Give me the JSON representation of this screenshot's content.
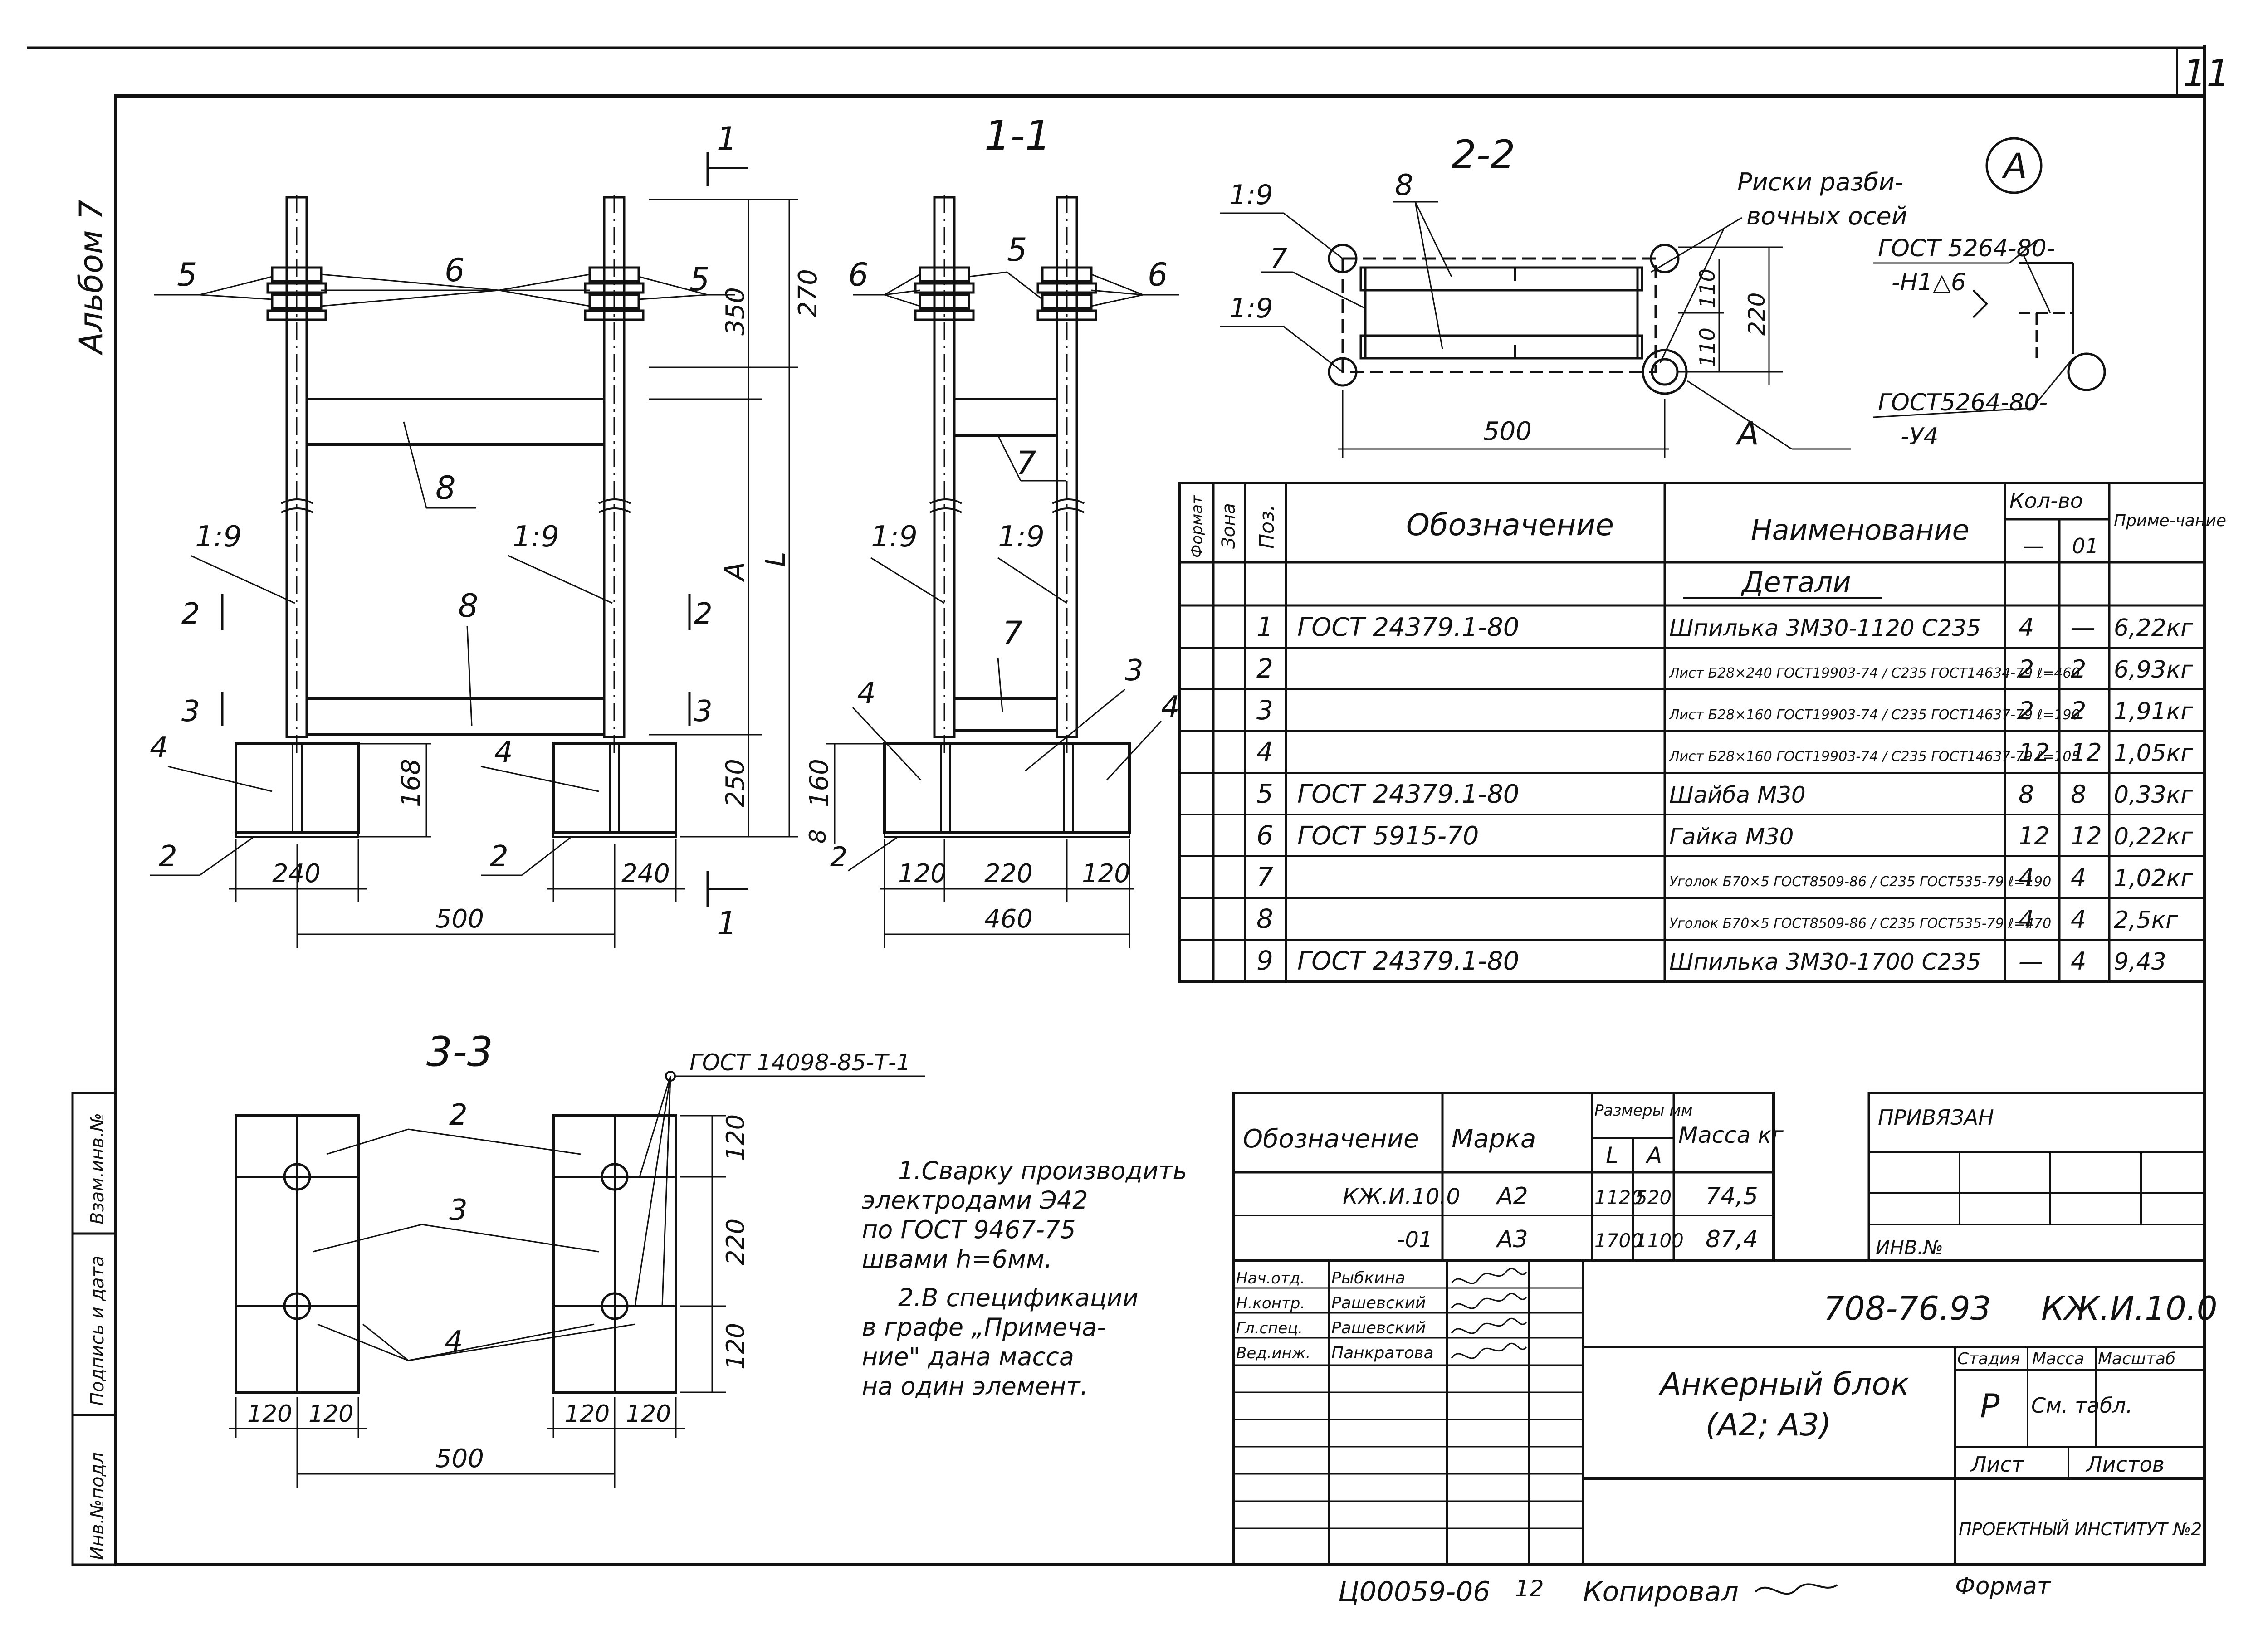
{
  "sheet": {
    "page_number": "11",
    "album": "Альбом 7",
    "code": "708-76.93",
    "drawing_code": "КЖ.И.10.0",
    "title_line1": "Анкерный блок",
    "title_line2": "(А2; А3)",
    "institute": "ПРОЕКТНЫЙ ИНСТИТУТ №2",
    "stamp_bottom": "Ц00059-06",
    "stamp_page": "12",
    "copied_label": "Копировал",
    "format_label": "Формат",
    "privyazan_label": "ПРИВЯЗАН",
    "inv_no_label": "ИНВ.№",
    "side_labels": [
      "Инв.№подл",
      "Подпись и дата",
      "Взам.инв.№"
    ]
  },
  "views": {
    "view_1_1": "1-1",
    "view_2_2": "2-2",
    "view_3_3": "3-3",
    "detail_a": "А",
    "section_mark_1": "1",
    "section_mark_2": "2",
    "section_mark_3": "3"
  },
  "labels": {
    "risk_line1": "Риски разби-",
    "risk_line2": "вочных осей",
    "gost_weld_top": "ГОСТ 5264-80-",
    "gost_weld_top2": "-Н1△6",
    "gost_weld_bot": "ГОСТ5264-80-",
    "gost_weld_bot2": "-У4",
    "gost_14098": "ГОСТ 14098-85-Т-1",
    "slope": "1:9",
    "dim_L": "L",
    "dim_A": "А"
  },
  "dims": {
    "d350": "350",
    "d270": "270",
    "d250": "250",
    "d168": "168",
    "d160": "160",
    "d8": "8",
    "d240": "240",
    "d500": "500",
    "d120": "120",
    "d220": "220",
    "d460": "460",
    "d110": "110"
  },
  "positions": {
    "p1": "1",
    "p2": "2",
    "p3": "3",
    "p4": "4",
    "p5": "5",
    "p6": "6",
    "p7": "7",
    "p8": "8"
  },
  "notes": {
    "n1_l1": "1.Сварку производить",
    "n1_l2": "электродами Э42",
    "n1_l3": "по ГОСТ 9467-75",
    "n1_l4": "швами h=6мм.",
    "n2_l1": "2.В спецификации",
    "n2_l2": "в графе „Примеча-",
    "n2_l3": "ние\" дана масса",
    "n2_l4": "на один элемент."
  },
  "spec": {
    "headers": {
      "format": "Формат",
      "zone": "Зона",
      "pos": "Поз.",
      "designation": "Обозначение",
      "name": "Наименование",
      "qty": "Кол-во",
      "qty_a": "—",
      "qty_b": "01",
      "note": "Приме-чание"
    },
    "section_title": "Детали",
    "rows": [
      {
        "pos": "1",
        "designation": "ГОСТ 24379.1-80",
        "name": "Шпилька 3М30-1120 С235",
        "q1": "4",
        "q2": "—",
        "note": "6,22кг"
      },
      {
        "pos": "2",
        "designation": "",
        "name": "Лист Б28×240 ГОСТ19903-74 / С235 ГОСТ14634-79 ℓ=460",
        "q1": "2",
        "q2": "2",
        "note": "6,93кг"
      },
      {
        "pos": "3",
        "designation": "",
        "name": "Лист Б28×160 ГОСТ19903-74 / С235 ГОСТ14637-79 ℓ=190",
        "q1": "2",
        "q2": "2",
        "note": "1,91кг"
      },
      {
        "pos": "4",
        "designation": "",
        "name": "Лист Б28×160 ГОСТ19903-74 / С235 ГОСТ14637-79 ℓ=105",
        "q1": "12",
        "q2": "12",
        "note": "1,05кг"
      },
      {
        "pos": "5",
        "designation": "ГОСТ 24379.1-80",
        "name": "Шайба М30",
        "q1": "8",
        "q2": "8",
        "note": "0,33кг"
      },
      {
        "pos": "6",
        "designation": "ГОСТ 5915-70",
        "name": "Гайка М30",
        "q1": "12",
        "q2": "12",
        "note": "0,22кг"
      },
      {
        "pos": "7",
        "designation": "",
        "name": "Уголок Б70×5 ГОСТ8509-86 / С235 ГОСТ535-79 ℓ=190",
        "q1": "4",
        "q2": "4",
        "note": "1,02кг"
      },
      {
        "pos": "8",
        "designation": "",
        "name": "Уголок Б70×5 ГОСТ8509-86 / С235 ГОСТ535-79 ℓ=470",
        "q1": "4",
        "q2": "4",
        "note": "2,5кг"
      },
      {
        "pos": "9",
        "designation": "ГОСТ 24379.1-80",
        "name": "Шпилька 3М30-1700 С235",
        "q1": "—",
        "q2": "4",
        "note": "9,43"
      }
    ]
  },
  "variants": {
    "headers": {
      "designation": "Обозначение",
      "mark": "Марка",
      "sizes": "Размеры мм",
      "L": "L",
      "A": "А",
      "mass": "Масса кг"
    },
    "rows": [
      {
        "designation": "КЖ.И.10.0",
        "mark": "А2",
        "L": "1120",
        "A": "520",
        "mass": "74,5"
      },
      {
        "designation": "-01",
        "mark": "А3",
        "L": "1700",
        "A": "1100",
        "mass": "87,4"
      }
    ]
  },
  "title_block": {
    "people": [
      {
        "role": "Нач.отд.",
        "name": "Рыбкина"
      },
      {
        "role": "Н.контр.",
        "name": "Рашевский"
      },
      {
        "role": "Гл.спец.",
        "name": "Рашевский"
      },
      {
        "role": "Вед.инж.",
        "name": "Панкратова"
      }
    ],
    "stage_label": "Стадия",
    "mass_label": "Масса",
    "scale_label": "Масштаб",
    "stage": "Р",
    "mass_value": "См. табл.",
    "sheet_label": "Лист",
    "sheets_label": "Листов"
  }
}
